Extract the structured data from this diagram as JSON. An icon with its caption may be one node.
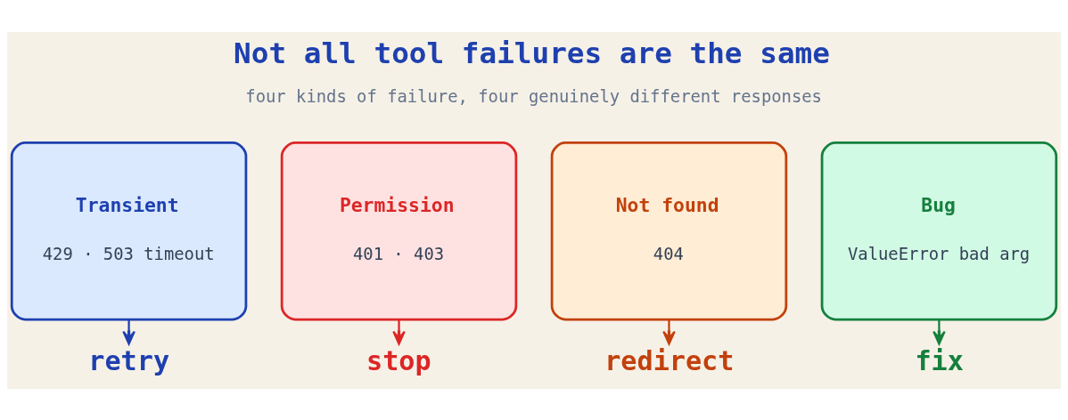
{
  "diagram": {
    "title": "Not all tool failures are the same",
    "nodes": [
      {
        "text": [
          "Transient",
          "429 · 503 timeout"
        ]
      },
      {
        "text": [
          "Permission",
          "401 · 403"
        ]
      },
      {
        "text": [
          "Not found",
          "404"
        ]
      },
      {
        "text": [
          "Bug",
          "ValueError bad arg"
        ]
      },
      {
        "text": [
          "retry"
        ]
      },
      {
        "text": [
          "stop"
        ]
      },
      {
        "text": [
          "redirect"
        ]
      },
      {
        "text": [
          "fix"
        ]
      }
    ],
    "edges": [
      {
        "from": 0,
        "to": 4,
        "arrow": "to",
        "color": "#1e40af"
      },
      {
        "from": 1,
        "to": 5,
        "arrow": "to",
        "color": "#dc2626"
      },
      {
        "from": 2,
        "to": 6,
        "arrow": "to",
        "color": "#c2410c"
      },
      {
        "from": 3,
        "to": 7,
        "arrow": "to",
        "color": "#15803d"
      }
    ],
    "labels": [
      "four kinds of failure, four genuinely different responses"
    ]
  }
}
